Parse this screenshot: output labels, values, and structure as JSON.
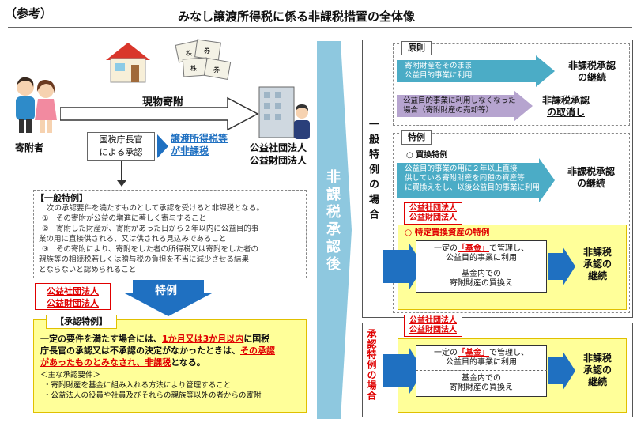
{
  "header": {
    "tag": "（参考）",
    "title": "みなし譲渡所得税に係る非課税措置の全体像"
  },
  "left": {
    "property_gift": "現物寄附",
    "donor": "寄附者",
    "approval": [
      "国税庁長官",
      "による承認"
    ],
    "exempt": [
      "譲渡所得税等",
      "が非課税"
    ],
    "corp": [
      "公益社団法人",
      "公益財団法人"
    ],
    "ticket_chars": [
      "株",
      "券",
      "株",
      "券"
    ],
    "general": {
      "title": "【一般特例】",
      "intro": "次の承認要件を満たすものとして承認を受けると非課税となる。",
      "items": [
        "①　その寄附が公益の増進に著しく寄与すること",
        "②　寄附した財産が、寄附があった日から２年以内に公益目的事",
        "業の用に直接供される、又は供される見込みであること",
        "③　その寄附により、寄附をした者の所得税又は寄附をした者の",
        "親族等の相続税若しくは贈与税の負担を不当に減少させる結果",
        "とならないと認められること"
      ]
    },
    "corp_badge": [
      "公益社団法人",
      "公益財団法人"
    ],
    "special_arrow": "特例",
    "approval_special": {
      "title": "【承認特例】",
      "line1a": "一定の要件を満たす場合には、",
      "line1b": "1か月又は3か月以内",
      "line1c": "に国税",
      "line2": "庁長官の承認又は不承認の決定がなかったときは、",
      "line2b": "その承認",
      "line3a": "があったものとみなされ、",
      "line3b": "非課税",
      "line3c": "となる。",
      "req_title": "＜主な承認要件＞",
      "reqs": [
        "・寄附財産を基金に組み入れる方法により管理すること",
        "・公益法人の役員や社員及びそれらの親族等以外の者からの寄附"
      ]
    }
  },
  "middle": {
    "label": "非課税承認後"
  },
  "right": {
    "general_label": "一般特例の場合",
    "principle": {
      "tag": "原則",
      "arrow1": [
        "寄附財産をそのまま",
        "公益目的事業に利用"
      ],
      "result1": [
        "非課税承認",
        "の継続"
      ],
      "arrow2": [
        "公益目的事業に利用しなくなった",
        "場合（寄附財産の売却等）"
      ],
      "result2": [
        "非課税承認",
        "の取消し"
      ]
    },
    "exception": {
      "tag": "特例",
      "sub": "○ 買換特例",
      "arrow": [
        "公益目的事業の用に２年以上直接",
        "供している寄附財産を同種の資産等",
        "に買換えをし、以後公益目的事業に利用"
      ],
      "result": [
        "非課税承認",
        "の継続"
      ]
    },
    "corp_badge": [
      "公益社団法人",
      "公益財団法人"
    ],
    "specific": {
      "title": "○ 特定買換資産の特例",
      "box1a": "一定の",
      "box1b": "「基金」",
      "box1c": "で管理し、",
      "box1d": "公益目的事業に利用",
      "box2": [
        "基金内での",
        "寄附財産の買換え"
      ],
      "result": [
        "非課税",
        "承認の",
        "継続"
      ]
    },
    "approval_label": "承認特例の場合",
    "corp_badge2": [
      "公益社団法人",
      "公益財団法人"
    ],
    "approval": {
      "box1a": "一定の",
      "box1b": "「基金」",
      "box1c": "で管理し、",
      "box1d": "公益目的事業に利用",
      "box2": [
        "基金内での",
        "寄附財産の買換え"
      ],
      "result": [
        "非課税",
        "承認の",
        "継続"
      ]
    }
  },
  "colors": {
    "teal": "#4bacc6",
    "lavender": "#b6a4cf",
    "yellow": "#ffff99",
    "blue": "#1f70c1",
    "red": "#e00000"
  }
}
